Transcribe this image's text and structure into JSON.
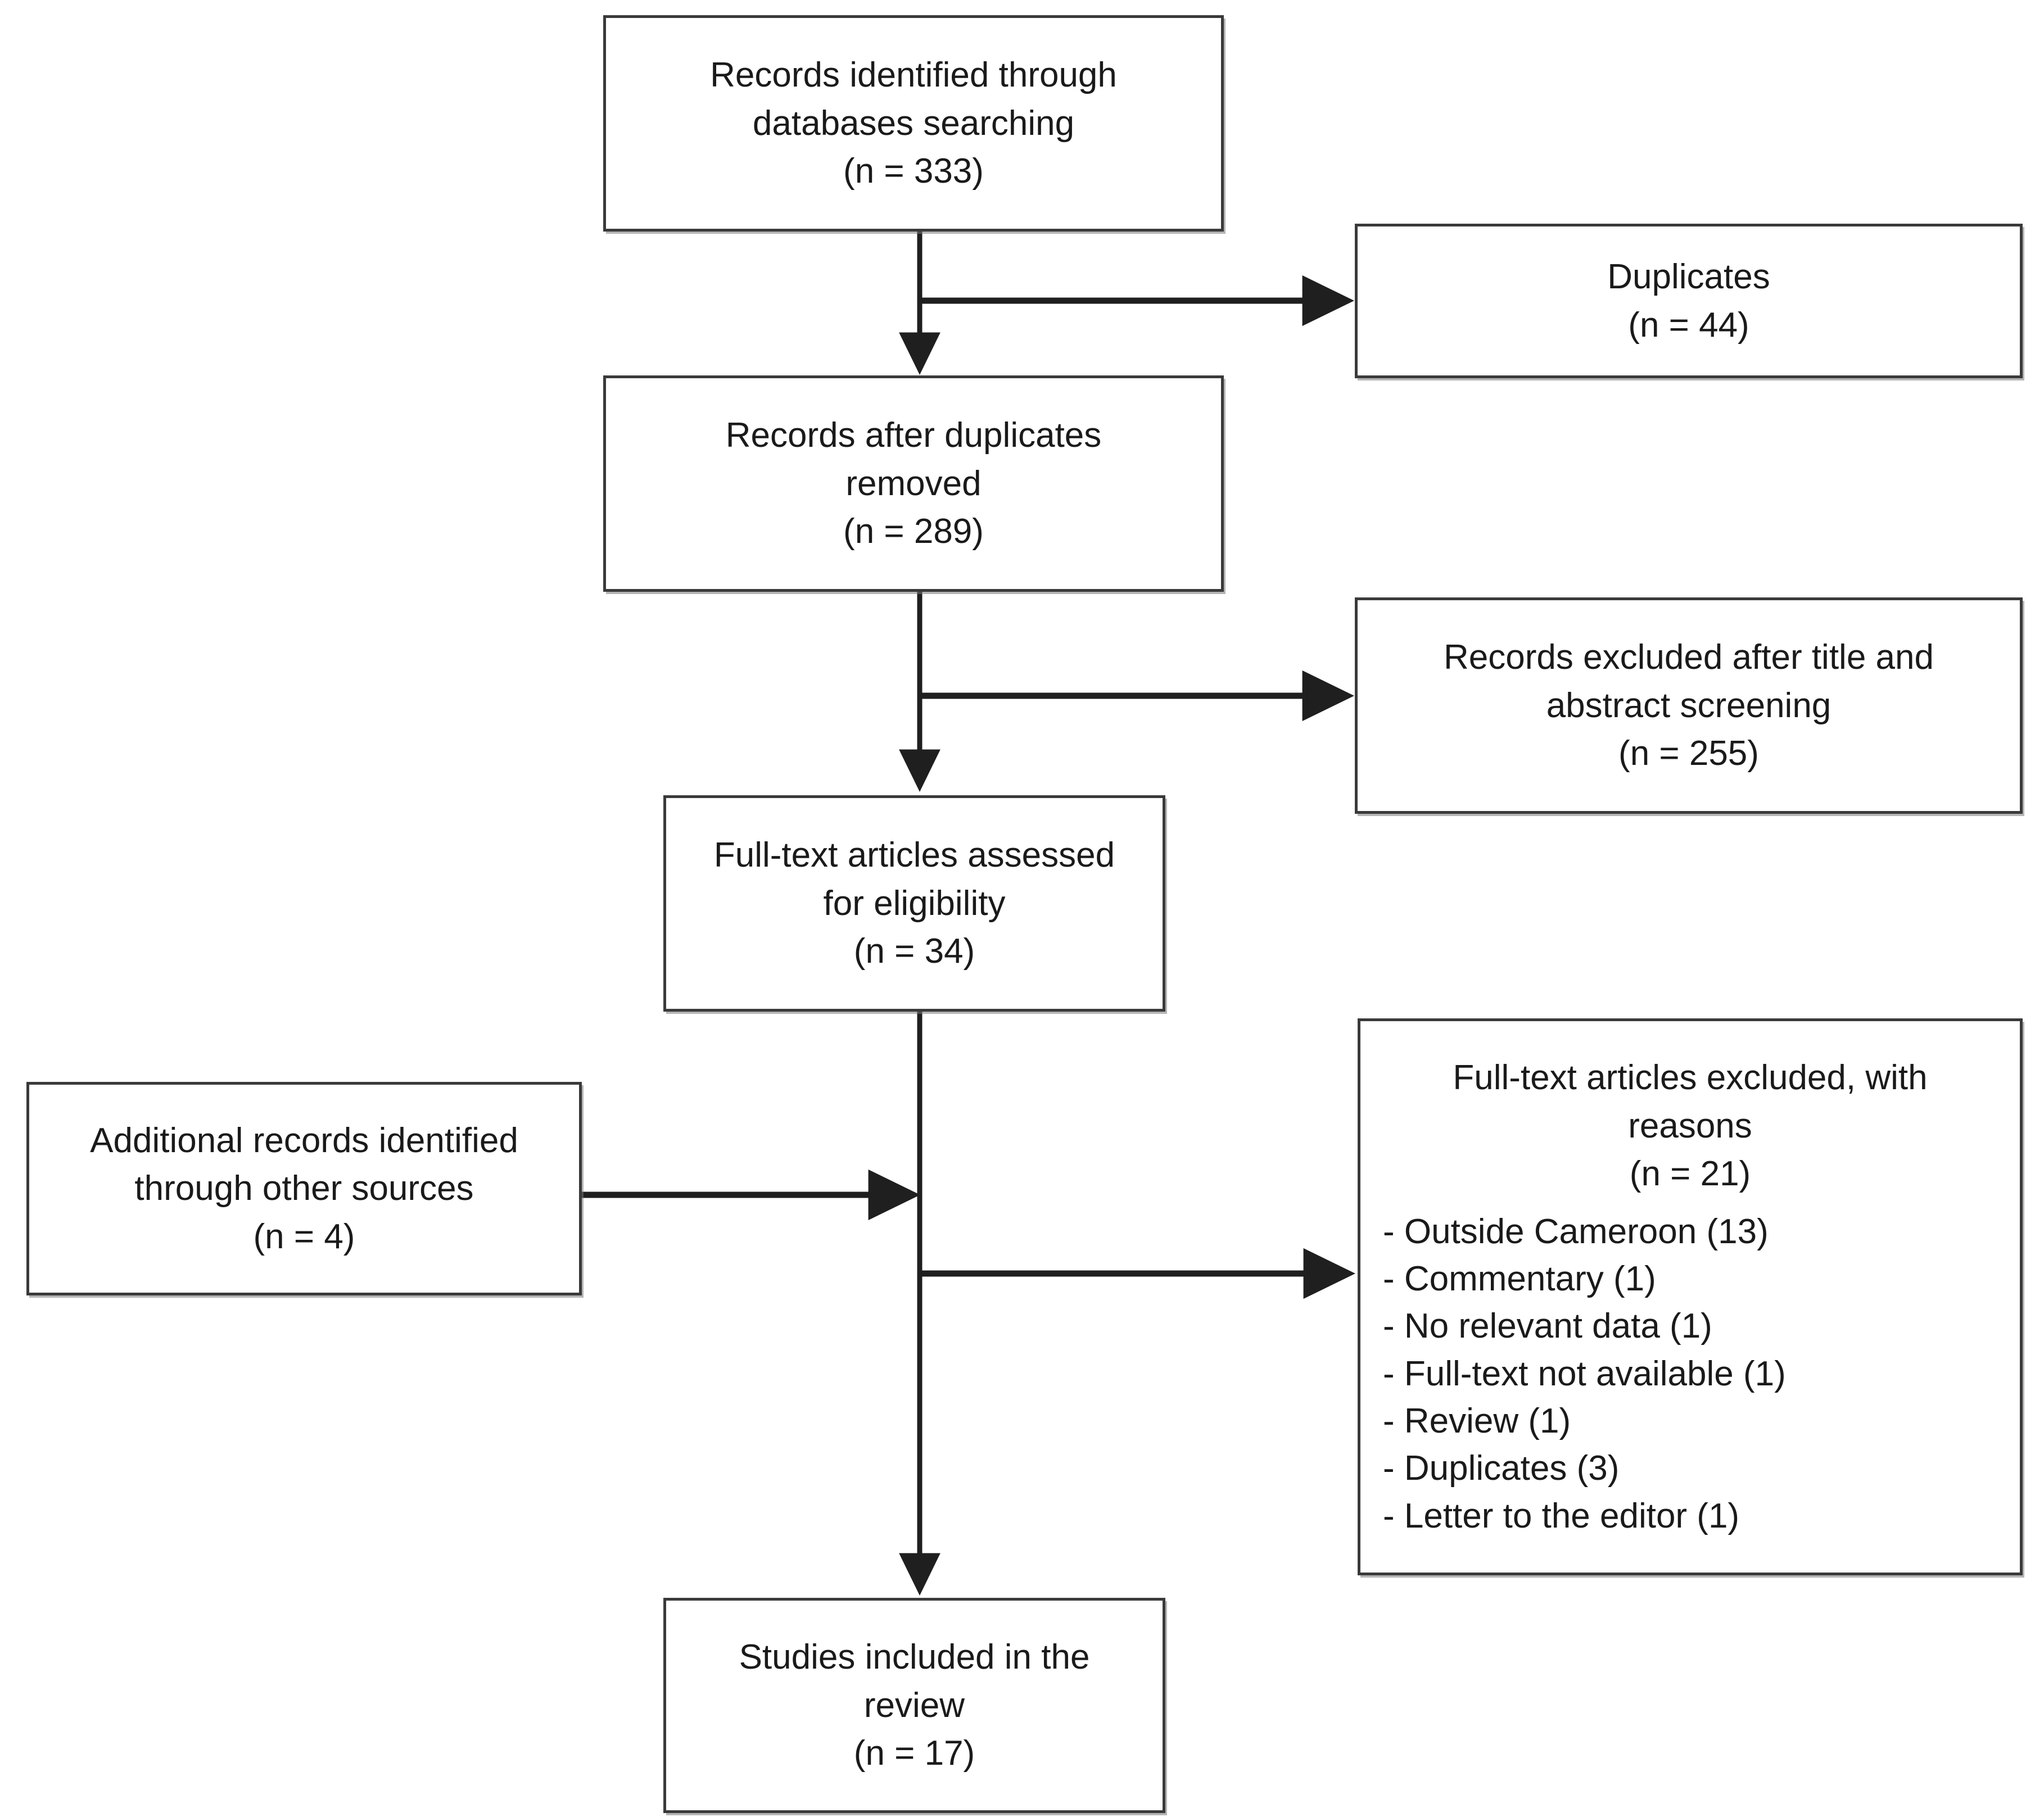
{
  "diagram": {
    "type": "prisma-flow-diagram",
    "title": "",
    "stroke_color": "#3a3a3a",
    "text_color": "#1a1a1a",
    "background_color": "#ffffff",
    "boxes": {
      "identified": {
        "name": "records-identified",
        "lines": [
          "Records identified through",
          "databases searching",
          "(n = 333)"
        ],
        "count_label": "(n = 333)",
        "count": 333
      },
      "duplicates": {
        "name": "duplicates",
        "lines": [
          "Duplicates",
          "(n = 44)"
        ],
        "count_label": "(n = 44)",
        "count": 44
      },
      "after_duplicates": {
        "name": "records-after-duplicates-removed",
        "lines": [
          "Records after duplicates",
          "removed",
          "(n = 289)"
        ],
        "count_label": "(n = 289)",
        "count": 289
      },
      "excluded_screening": {
        "name": "records-excluded-title-abstract",
        "lines": [
          "Records excluded after title and",
          "abstract screening",
          "(n = 255)"
        ],
        "count_label": "(n = 255)",
        "count": 255
      },
      "fulltext_assessed": {
        "name": "full-text-articles-assessed",
        "lines": [
          "Full-text articles assessed",
          "for eligibility",
          "(n = 34)"
        ],
        "count_label": "(n = 34)",
        "count": 34
      },
      "additional_records": {
        "name": "additional-records-other-sources",
        "lines": [
          "Additional records identified",
          "through other sources",
          "(n = 4)"
        ],
        "count_label": "(n = 4)",
        "count": 4
      },
      "fulltext_excluded": {
        "name": "full-text-articles-excluded-with-reasons",
        "heading_lines": [
          "Full-text articles excluded, with",
          "reasons",
          "(n = 21)"
        ],
        "count_label": "(n = 21)",
        "count": 21,
        "reasons": [
          "- Outside Cameroon (13)",
          "- Commentary (1)",
          "- No relevant data (1)",
          "- Full-text not available (1)",
          "- Review (1)",
          "- Duplicates (3)",
          "- Letter to the editor (1)"
        ]
      },
      "included": {
        "name": "studies-included-in-review",
        "lines": [
          "Studies included in the",
          "review",
          "(n = 17)"
        ],
        "count_label": "(n = 17)",
        "count": 17
      }
    },
    "flows": [
      {
        "from": "identified",
        "to": "after_duplicates",
        "direction": "down"
      },
      {
        "from": "identified",
        "to": "duplicates",
        "direction": "right"
      },
      {
        "from": "after_duplicates",
        "to": "fulltext_assessed",
        "direction": "down"
      },
      {
        "from": "after_duplicates",
        "to": "excluded_screening",
        "direction": "right"
      },
      {
        "from": "fulltext_assessed",
        "to": "included",
        "direction": "down"
      },
      {
        "from": "additional_records",
        "to": "fulltext_assessed",
        "direction": "right"
      },
      {
        "from": "fulltext_assessed",
        "to": "fulltext_excluded",
        "direction": "right"
      }
    ]
  }
}
